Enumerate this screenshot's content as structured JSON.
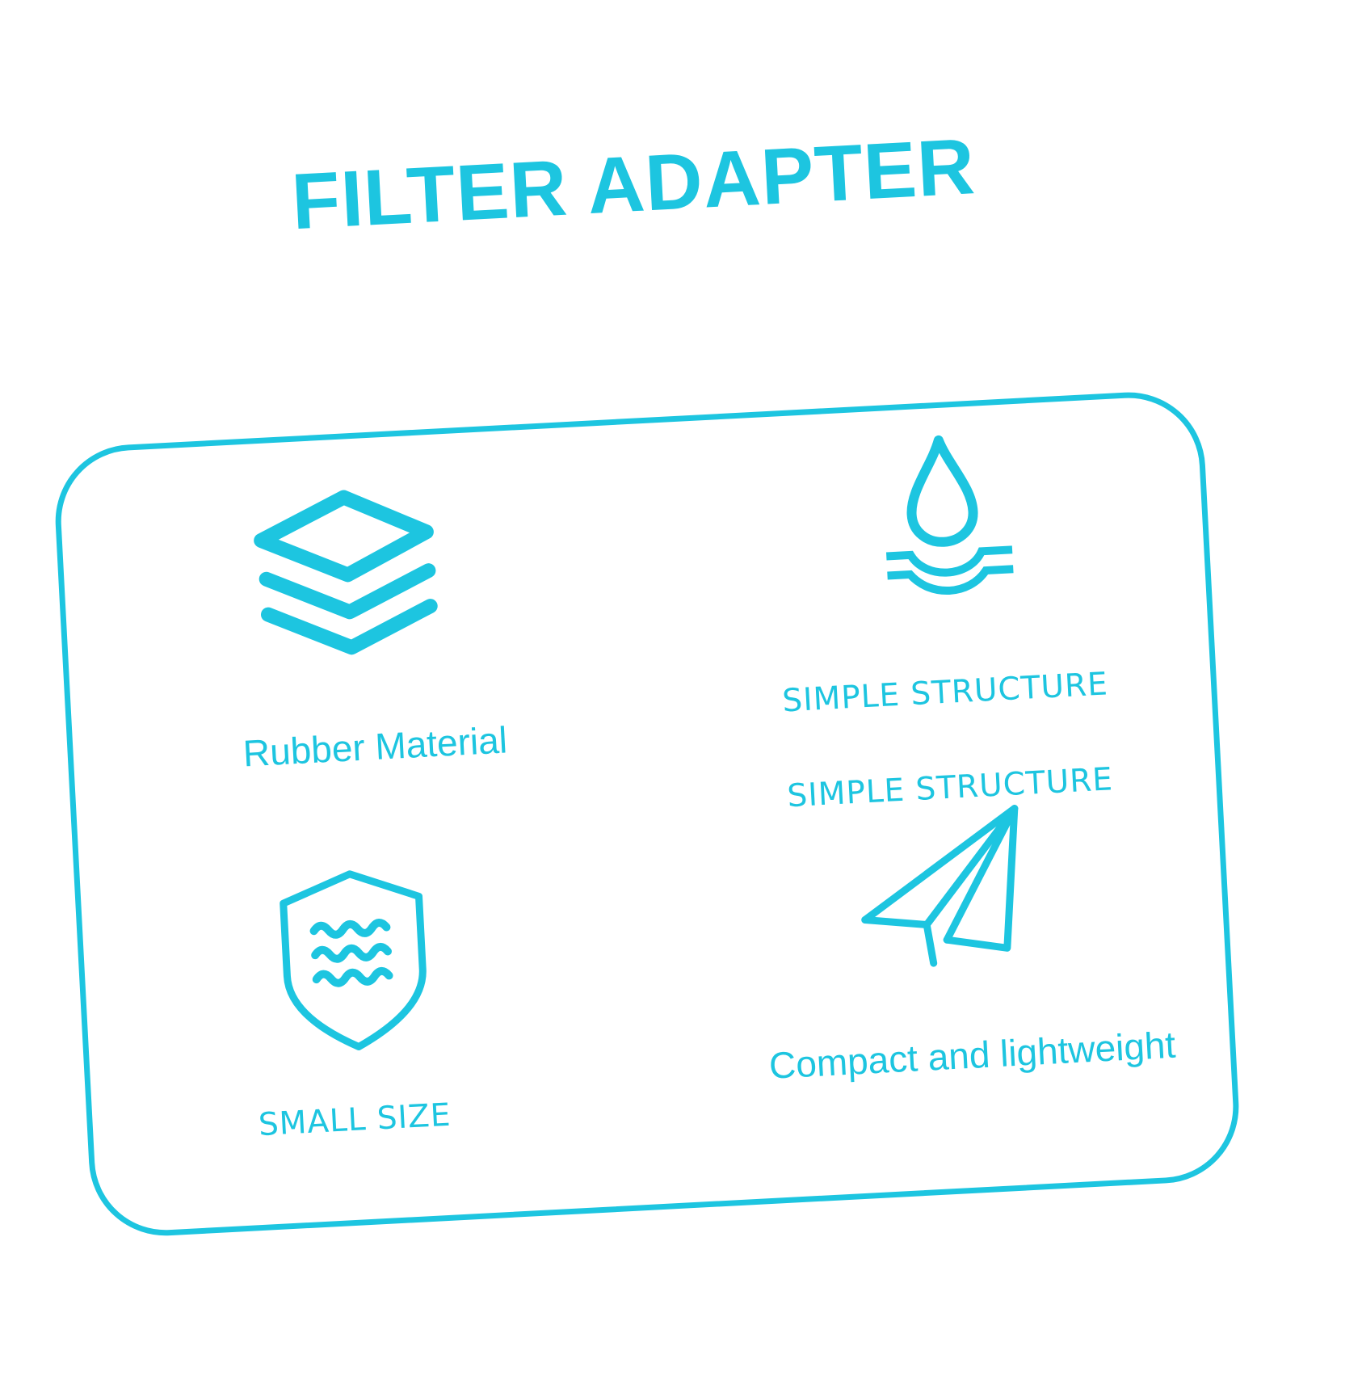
{
  "title": "FILTER ADAPTER",
  "colors": {
    "accent": "#1DC5E0",
    "background": "#FFFFFF"
  },
  "features": [
    {
      "icon": "layers-icon",
      "label": "Rubber Material"
    },
    {
      "icon": "water-drop-icon",
      "label": "SIMPLE STRUCTURE"
    },
    {
      "icon": "water-drop-icon-caption",
      "label": "SIMPLE STRUCTURE"
    },
    {
      "icon": "shield-waves-icon",
      "label": "SMALL SIZE"
    },
    {
      "icon": "paper-plane-icon",
      "label": "Compact and lightweight"
    }
  ]
}
